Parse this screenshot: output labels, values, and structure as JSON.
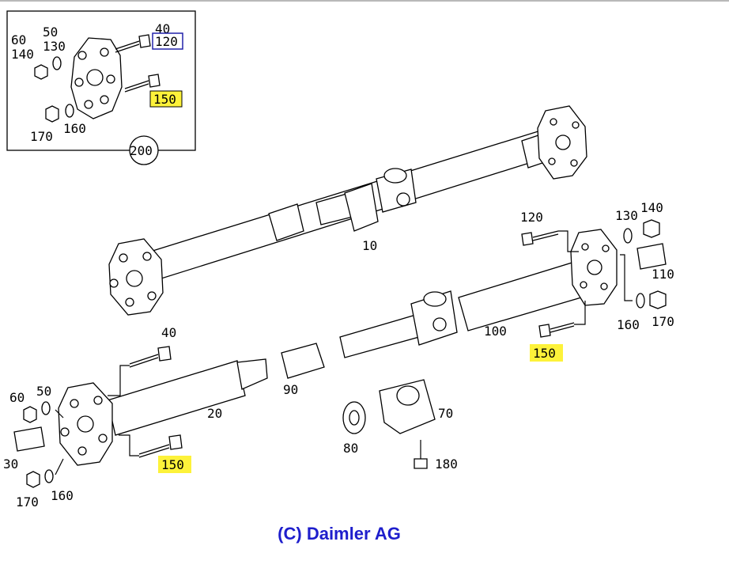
{
  "labels": {
    "inset": {
      "l60": "60",
      "l50": "50",
      "l140": "140",
      "l130": "130",
      "l40": "40",
      "l120": "120",
      "l150": "150",
      "l170": "170",
      "l160": "160",
      "l200": "200"
    },
    "main": {
      "l10": "10",
      "l120": "120",
      "l130": "130",
      "l140": "140",
      "l110": "110",
      "l100": "100",
      "l160": "160",
      "l170": "170",
      "l150a": "150",
      "l40": "40",
      "l60": "60",
      "l50": "50",
      "l90": "90",
      "l20": "20",
      "l70": "70",
      "l30": "30",
      "l80": "80",
      "l150b": "150",
      "l180": "180",
      "l170b": "170",
      "l160b": "160"
    }
  },
  "copyright": "(C) Daimler AG",
  "colors": {
    "highlight": "#fdf23a",
    "boxed_label_border": "#2222aa",
    "copyright_text": "#1e1ecc"
  }
}
